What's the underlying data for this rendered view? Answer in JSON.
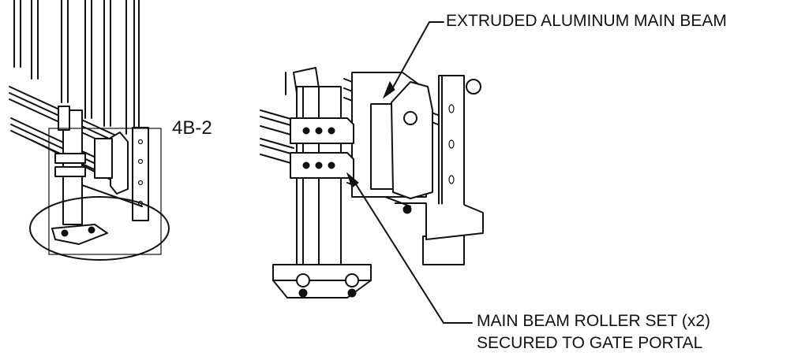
{
  "callouts": {
    "detail_ref": "4B-2",
    "main_beam": "EXTRUDED ALUMINUM MAIN BEAM",
    "roller_set_line1": "MAIN BEAM ROLLER SET (x2)",
    "roller_set_line2": "SECURED TO GATE PORTAL"
  },
  "colors": {
    "ink": "#111111",
    "paper": "#ffffff"
  }
}
